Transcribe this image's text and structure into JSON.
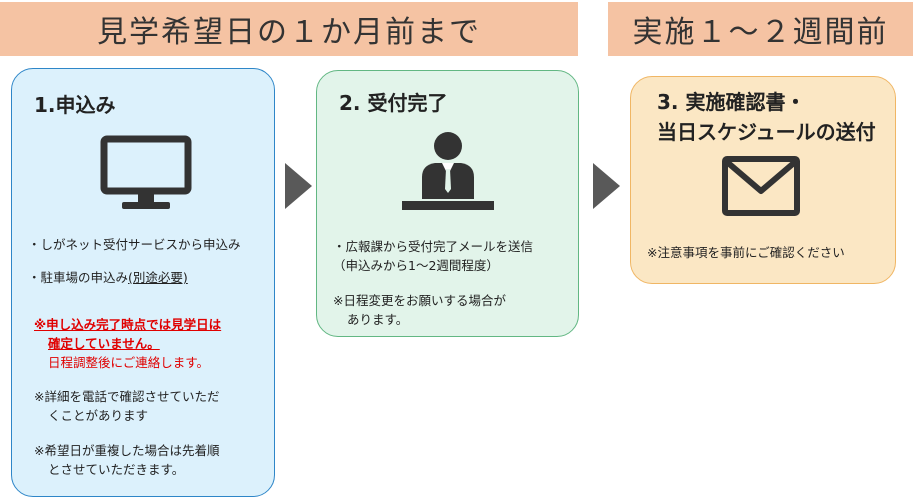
{
  "banners": {
    "left": "見学希望日の１か月前まで",
    "right": "実施１～２週間前"
  },
  "step1": {
    "title": "1.申込み",
    "icon": "monitor-icon",
    "line1": "・しがネット受付サービスから申込み",
    "line2_prefix": "・駐車場の申込み",
    "line2_link": "(別途必要)",
    "notice1_line1": "※申し込み完了時点では見学日は",
    "notice1_line2": "確定していません。",
    "notice1_line3": "日程調整後にご連絡します。",
    "note2_line1": "※詳細を電話で確認させていただ",
    "note2_line2": "くことがあります",
    "note3_line1": "※希望日が重複した場合は先着順",
    "note3_line2": "とさせていただきます。"
  },
  "step2": {
    "title": "2. 受付完了",
    "icon": "person-at-desk-icon",
    "line1": "・広報課から受付完了メールを送信",
    "line2": "（申込みから1～2週間程度）",
    "note_line1": "※日程変更をお願いする場合が",
    "note_line2": "あります。"
  },
  "step3": {
    "title_line1": "3. 実施確認書・",
    "title_line2": "当日スケジュールの送付",
    "icon": "envelope-icon",
    "note": "※注意事項を事前にご確認ください"
  },
  "colors": {
    "banner": "#f5c3a3",
    "step1_fill": "#dcf1fc",
    "step1_border": "#2e86c8",
    "step2_fill": "#e2f4ea",
    "step2_border": "#62b783",
    "step3_fill": "#fbe7c4",
    "step3_border": "#f0b664",
    "arrow": "#595959",
    "warning": "#e00000"
  }
}
